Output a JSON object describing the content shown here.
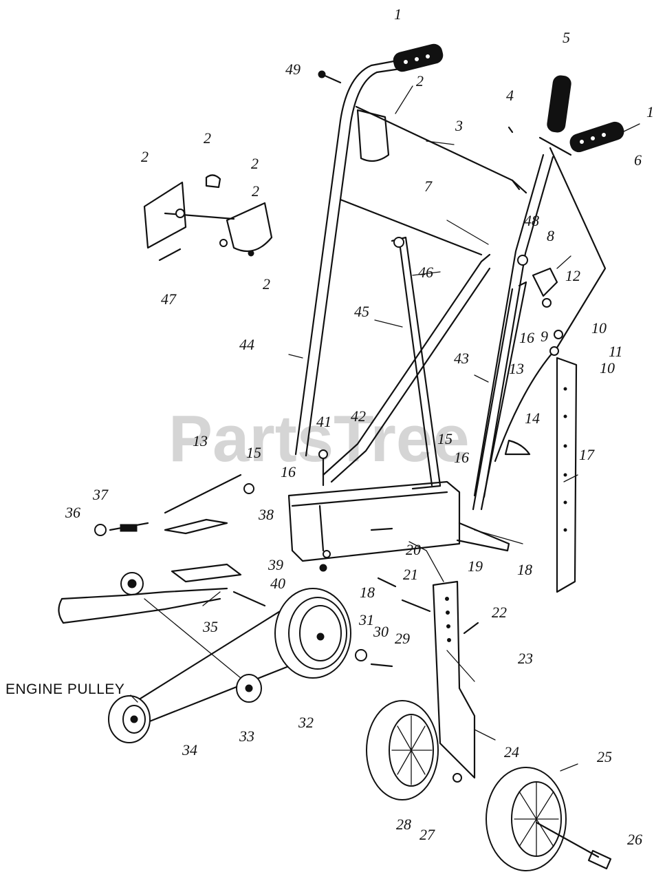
{
  "watermark": "PartsTree",
  "engine_label": "ENGINE PULLEY",
  "callouts": [
    "1",
    "49",
    "2",
    "3",
    "5",
    "4",
    "1",
    "6",
    "7",
    "48",
    "8",
    "12",
    "46",
    "45",
    "16",
    "9",
    "10",
    "11",
    "10",
    "44",
    "43",
    "13",
    "14",
    "41",
    "42",
    "15",
    "16",
    "17",
    "13",
    "15",
    "16",
    "37",
    "38",
    "36",
    "39",
    "20",
    "19",
    "18",
    "40",
    "18",
    "21",
    "22",
    "35",
    "31",
    "30",
    "29",
    "23",
    "32",
    "33",
    "34",
    "24",
    "25",
    "28",
    "27",
    "26",
    "2",
    "2",
    "2",
    "2",
    "2",
    "47"
  ]
}
